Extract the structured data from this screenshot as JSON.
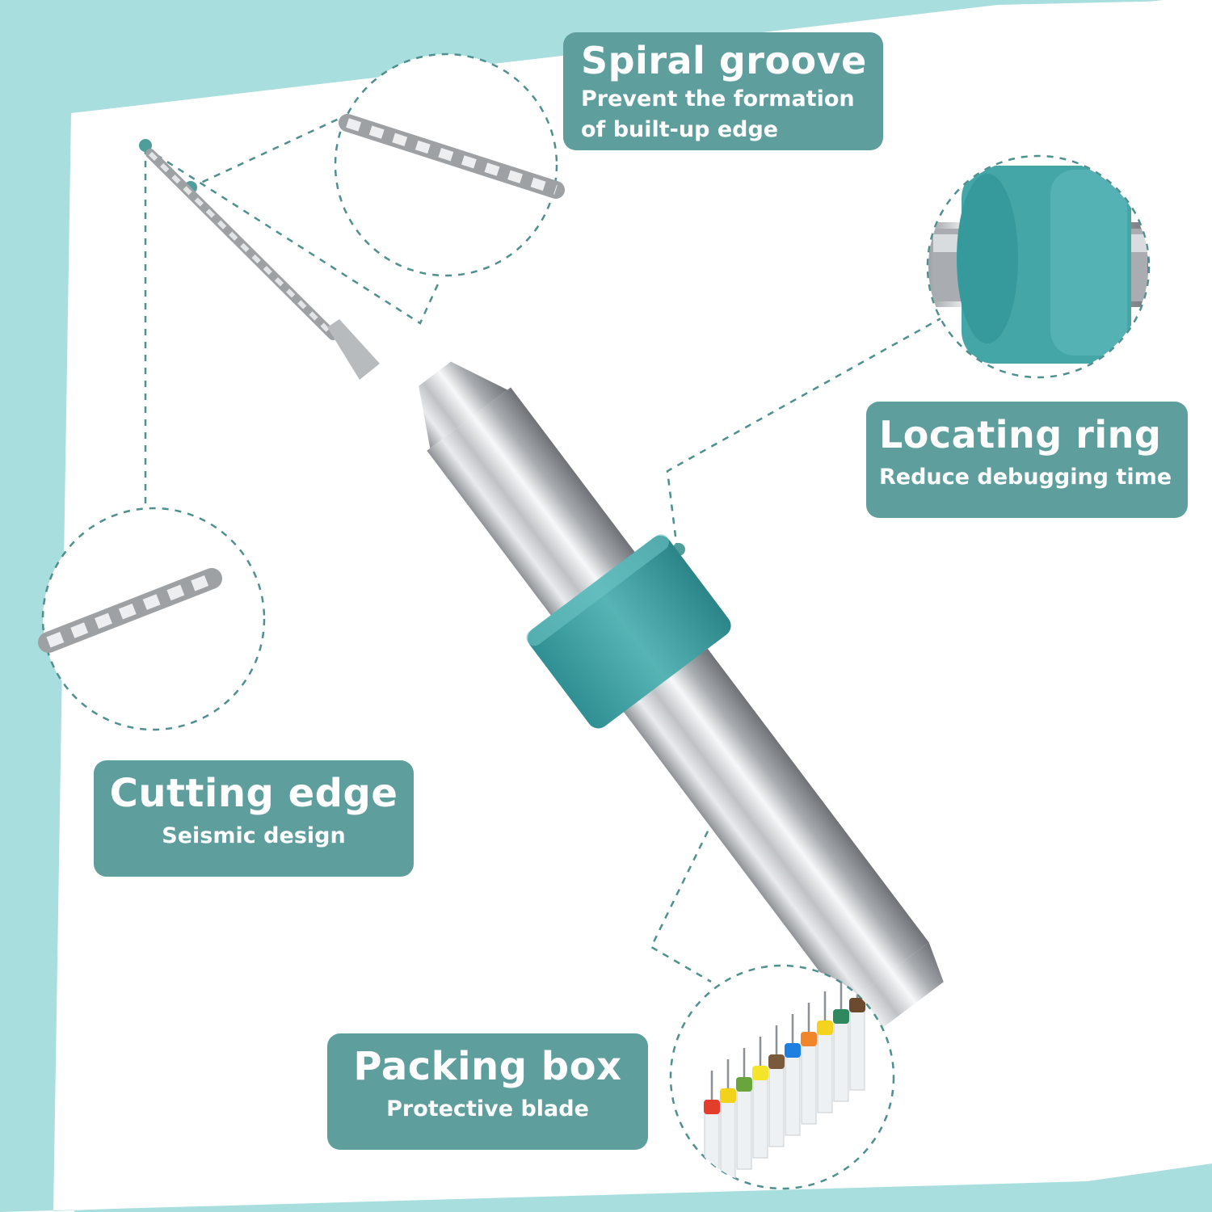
{
  "colors": {
    "accent_teal": "#5e9e9c",
    "background_mint": "#a8dedd",
    "ring_teal": "#3fa0a2",
    "steel": "#c0c3c6"
  },
  "callouts": {
    "spiral_groove": {
      "title": "Spiral groove",
      "line1": "Prevent the formation",
      "line2": "of built-up edge"
    },
    "locating_ring": {
      "title": "Locating ring",
      "subtitle": "Reduce debugging time"
    },
    "cutting_edge": {
      "title": "Cutting edge",
      "subtitle": "Seismic design"
    },
    "packing_box": {
      "title": "Packing box",
      "subtitle": "Protective blade"
    }
  },
  "packing_box": {
    "collar_colors": [
      "#e53d2b",
      "#f2d21b",
      "#6aa43c",
      "#f5e52a",
      "#7a5a3a",
      "#1e7fe0",
      "#f0852a",
      "#f3d31e",
      "#2e8a5e",
      "#6b4a2e"
    ]
  }
}
